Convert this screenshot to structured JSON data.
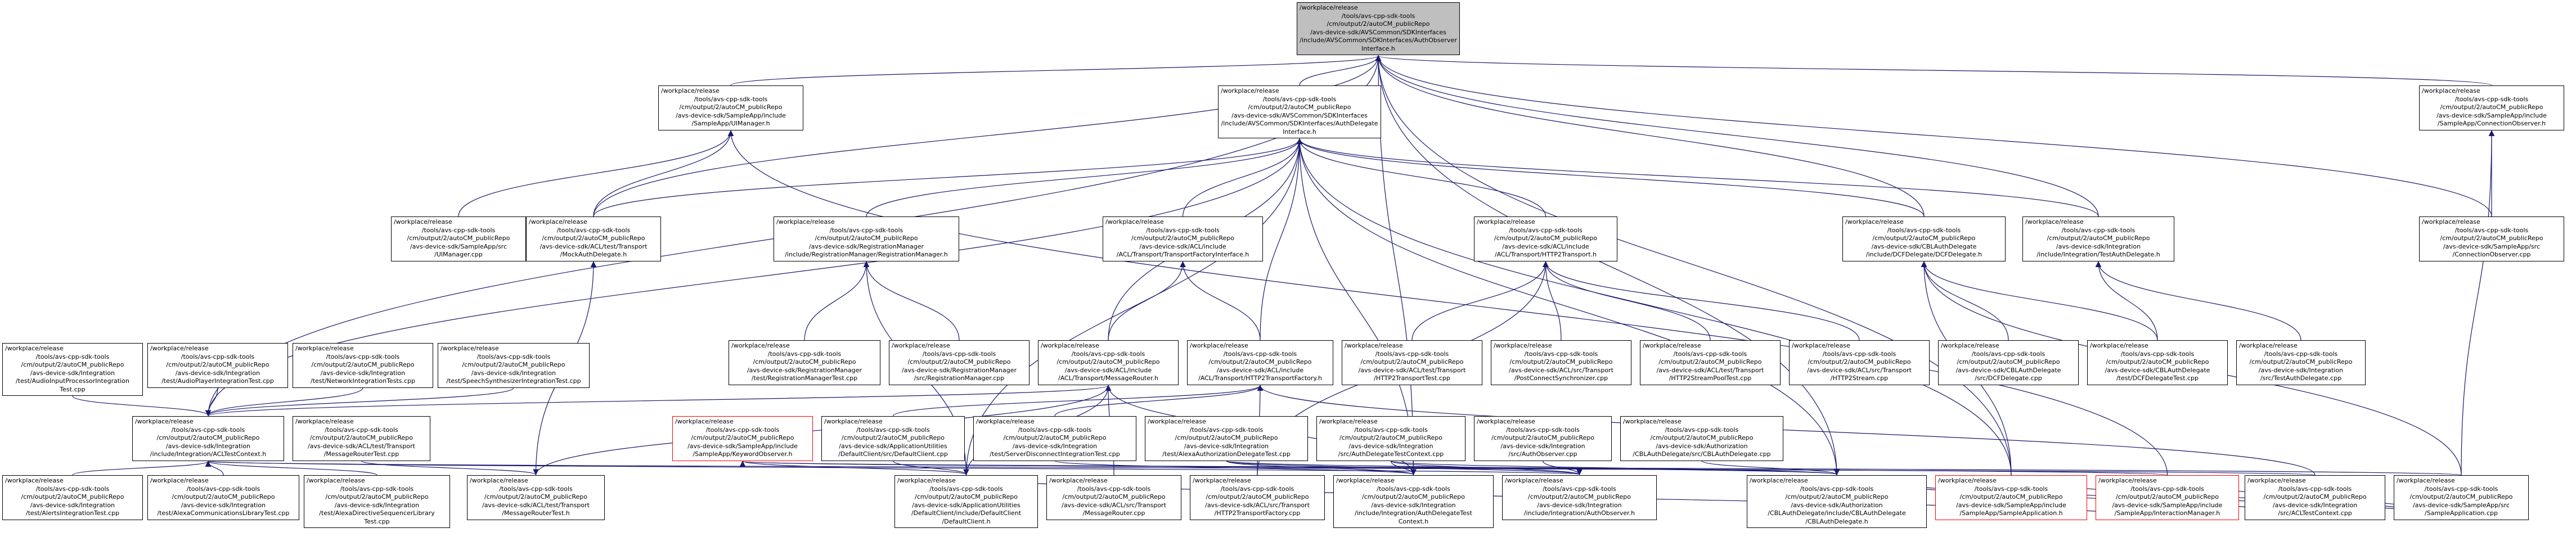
{
  "colors": {
    "edge": "#191970",
    "arrow": "#191970",
    "border": "#000000",
    "highlight_border": "#ff0000",
    "root_fill": "#bfbfbf",
    "background": "#ffffff"
  },
  "nodes": [
    {
      "id": "root",
      "style": "root",
      "lines": [
        "/workplace/release",
        "/tools/avs-cpp-sdk-tools",
        "/cm/output/2/autoCM_publicRepo",
        "/avs-device-sdk/AVSCommon/SDKInterfaces",
        "/include/AVSCommon/SDKInterfaces/AuthObserver",
        "Interface.h"
      ]
    },
    {
      "id": "ui_h",
      "lines": [
        "/workplace/release",
        "/tools/avs-cpp-sdk-tools",
        "/cm/output/2/autoCM_publicRepo",
        "/avs-device-sdk/SampleApp/include",
        "/SampleApp/UIManager.h"
      ]
    },
    {
      "id": "adi",
      "lines": [
        "/workplace/release",
        "/tools/avs-cpp-sdk-tools",
        "/cm/output/2/autoCM_publicRepo",
        "/avs-device-sdk/AVSCommon/SDKInterfaces",
        "/include/AVSCommon/SDKInterfaces/AuthDelegate",
        "Interface.h"
      ]
    },
    {
      "id": "conn_h",
      "lines": [
        "/workplace/release",
        "/tools/avs-cpp-sdk-tools",
        "/cm/output/2/autoCM_publicRepo",
        "/avs-device-sdk/SampleApp/include",
        "/SampleApp/ConnectionObserver.h"
      ]
    },
    {
      "id": "uim_cpp",
      "lines": [
        "/workplace/release",
        "/tools/avs-cpp-sdk-tools",
        "/cm/output/2/autoCM_publicRepo",
        "/avs-device-sdk/SampleApp/src",
        "/UIManager.cpp"
      ]
    },
    {
      "id": "mock_h",
      "lines": [
        "/workplace/release",
        "/tools/avs-cpp-sdk-tools",
        "/cm/output/2/autoCM_publicRepo",
        "/avs-device-sdk/ACL/test/Transport",
        "/MockAuthDelegate.h"
      ]
    },
    {
      "id": "rm_h",
      "lines": [
        "/workplace/release",
        "/tools/avs-cpp-sdk-tools",
        "/cm/output/2/autoCM_publicRepo",
        "/avs-device-sdk/RegistrationManager",
        "/include/RegistrationManager/RegistrationManager.h"
      ]
    },
    {
      "id": "tfi_h",
      "lines": [
        "/workplace/release",
        "/tools/avs-cpp-sdk-tools",
        "/cm/output/2/autoCM_publicRepo",
        "/avs-device-sdk/ACL/include",
        "/ACL/Transport/TransportFactoryInterface.h"
      ]
    },
    {
      "id": "h2t_h",
      "lines": [
        "/workplace/release",
        "/tools/avs-cpp-sdk-tools",
        "/cm/output/2/autoCM_publicRepo",
        "/avs-device-sdk/ACL/include",
        "/ACL/Transport/HTTP2Transport.h"
      ]
    },
    {
      "id": "dcf_h",
      "lines": [
        "/workplace/release",
        "/tools/avs-cpp-sdk-tools",
        "/cm/output/2/autoCM_publicRepo",
        "/avs-device-sdk/CBLAuthDelegate",
        "/include/DCFDelegate/DCFDelegate.h"
      ]
    },
    {
      "id": "tad_h",
      "lines": [
        "/workplace/release",
        "/tools/avs-cpp-sdk-tools",
        "/cm/output/2/autoCM_publicRepo",
        "/avs-device-sdk/Integration",
        "/include/Integration/TestAuthDelegate.h"
      ]
    },
    {
      "id": "co_cpp",
      "lines": [
        "/workplace/release",
        "/tools/avs-cpp-sdk-tools",
        "/cm/output/2/autoCM_publicRepo",
        "/avs-device-sdk/SampleApp/src",
        "/ConnectionObserver.cpp"
      ]
    },
    {
      "id": "rmt_cpp",
      "lines": [
        "/workplace/release",
        "/tools/avs-cpp-sdk-tools",
        "/cm/output/2/autoCM_publicRepo",
        "/avs-device-sdk/RegistrationManager",
        "/test/RegistrationManagerTest.cpp"
      ]
    },
    {
      "id": "rm_cpp",
      "lines": [
        "/workplace/release",
        "/tools/avs-cpp-sdk-tools",
        "/cm/output/2/autoCM_publicRepo",
        "/avs-device-sdk/RegistrationManager",
        "/src/RegistrationManager.cpp"
      ]
    },
    {
      "id": "mr_h",
      "lines": [
        "/workplace/release",
        "/tools/avs-cpp-sdk-tools",
        "/cm/output/2/autoCM_publicRepo",
        "/avs-device-sdk/ACL/include",
        "/ACL/Transport/MessageRouter.h"
      ]
    },
    {
      "id": "h2tf_h",
      "lines": [
        "/workplace/release",
        "/tools/avs-cpp-sdk-tools",
        "/cm/output/2/autoCM_publicRepo",
        "/avs-device-sdk/ACL/include",
        "/ACL/Transport/HTTP2TransportFactory.h"
      ]
    },
    {
      "id": "h2tt_cpp",
      "lines": [
        "/workplace/release",
        "/tools/avs-cpp-sdk-tools",
        "/cm/output/2/autoCM_publicRepo",
        "/avs-device-sdk/ACL/test/Transport",
        "/HTTP2TransportTest.cpp"
      ]
    },
    {
      "id": "msync_cpp",
      "lines": [
        "/workplace/release",
        "/tools/avs-cpp-sdk-tools",
        "/cm/output/2/autoCM_publicRepo",
        "/avs-device-sdk/ACL/src/Transport",
        "/PostConnectSynchronizer.cpp"
      ]
    },
    {
      "id": "h2st_cpp",
      "lines": [
        "/workplace/release",
        "/tools/avs-cpp-sdk-tools",
        "/cm/output/2/autoCM_publicRepo",
        "/avs-device-sdk/ACL/test/Transport",
        "/HTTP2StreamPoolTest.cpp"
      ]
    },
    {
      "id": "h2s_cpp",
      "lines": [
        "/workplace/release",
        "/tools/avs-cpp-sdk-tools",
        "/cm/output/2/autoCM_publicRepo",
        "/avs-device-sdk/ACL/src/Transport",
        "/HTTP2Stream.cpp"
      ]
    },
    {
      "id": "dcf_cpp",
      "lines": [
        "/workplace/release",
        "/tools/avs-cpp-sdk-tools",
        "/cm/output/2/autoCM_publicRepo",
        "/avs-device-sdk/CBLAuthDelegate",
        "/src/DCFDelegate.cpp"
      ]
    },
    {
      "id": "dcft_cpp",
      "lines": [
        "/workplace/release",
        "/tools/avs-cpp-sdk-tools",
        "/cm/output/2/autoCM_publicRepo",
        "/avs-device-sdk/CBLAuthDelegate",
        "/test/DCFDelegateTest.cpp"
      ]
    },
    {
      "id": "tad_cpp",
      "lines": [
        "/workplace/release",
        "/tools/avs-cpp-sdk-tools",
        "/cm/output/2/autoCM_publicRepo",
        "/avs-device-sdk/Integration",
        "/src/TestAuthDelegate.cpp"
      ]
    },
    {
      "id": "mrt_h",
      "lines": [
        "/workplace/release",
        "/tools/avs-cpp-sdk-tools",
        "/cm/output/2/autoCM_publicRepo",
        "/avs-device-sdk/ACL/test/Transport",
        "/MessageRouterTest.h"
      ]
    },
    {
      "id": "dc_h",
      "lines": [
        "/workplace/release",
        "/tools/avs-cpp-sdk-tools",
        "/cm/output/2/autoCM_publicRepo",
        "/avs-device-sdk/ApplicationUtilities",
        "/DefaultClient/include/DefaultClient",
        "/DefaultClient.h"
      ]
    },
    {
      "id": "mr_cpp",
      "lines": [
        "/workplace/release",
        "/tools/avs-cpp-sdk-tools",
        "/cm/output/2/autoCM_publicRepo",
        "/avs-device-sdk/ACL/src/Transport",
        "/MessageRouter.cpp"
      ]
    },
    {
      "id": "h2tf_cpp",
      "lines": [
        "/workplace/release",
        "/tools/avs-cpp-sdk-tools",
        "/cm/output/2/autoCM_publicRepo",
        "/avs-device-sdk/ACL/src/Transport",
        "/HTTP2TransportFactory.cpp"
      ]
    },
    {
      "id": "adtc_h",
      "lines": [
        "/workplace/release",
        "/tools/avs-cpp-sdk-tools",
        "/cm/output/2/autoCM_publicRepo",
        "/avs-device-sdk/Integration",
        "/include/Integration/AuthDelegateTest",
        "Context.h"
      ]
    },
    {
      "id": "ao_h",
      "lines": [
        "/workplace/release",
        "/tools/avs-cpp-sdk-tools",
        "/cm/output/2/autoCM_publicRepo",
        "/avs-device-sdk/Integration",
        "/include/Integration/AuthObserver.h"
      ]
    },
    {
      "id": "cbl_h",
      "lines": [
        "/workplace/release",
        "/tools/avs-cpp-sdk-tools",
        "/cm/output/2/autoCM_publicRepo",
        "/avs-device-sdk/Authorization",
        "/CBLAuthDelegate/include/CBLAuthDelegate",
        "/CBLAuthDelegate.h"
      ]
    },
    {
      "id": "sa_h",
      "style": "hl",
      "lines": [
        "/workplace/release",
        "/tools/avs-cpp-sdk-tools",
        "/cm/output/2/autoCM_publicRepo",
        "/avs-device-sdk/SampleApp/include",
        "/SampleApp/SampleApplication.h"
      ]
    },
    {
      "id": "mrt_cpp",
      "lines": [
        "/workplace/release",
        "/tools/avs-cpp-sdk-tools",
        "/cm/output/2/autoCM_publicRepo",
        "/avs-device-sdk/ACL/test/Transport",
        "/MessageRouterTest.cpp"
      ]
    },
    {
      "id": "acl_h",
      "lines": [
        "/workplace/release",
        "/tools/avs-cpp-sdk-tools",
        "/cm/output/2/autoCM_publicRepo",
        "/avs-device-sdk/Integration",
        "/include/Integration/ACLTestContext.h"
      ]
    },
    {
      "id": "kwo_h",
      "style": "hl",
      "lines": [
        "/workplace/release",
        "/tools/avs-cpp-sdk-tools",
        "/cm/output/2/autoCM_publicRepo",
        "/avs-device-sdk/SampleApp/include",
        "/SampleApp/KeywordObserver.h"
      ]
    },
    {
      "id": "dc_cpp",
      "lines": [
        "/workplace/release",
        "/tools/avs-cpp-sdk-tools",
        "/cm/output/2/autoCM_publicRepo",
        "/avs-device-sdk/ApplicationUtilities",
        "/DefaultClient/src/DefaultClient.cpp"
      ]
    },
    {
      "id": "sdit_cpp",
      "lines": [
        "/workplace/release",
        "/tools/avs-cpp-sdk-tools",
        "/cm/output/2/autoCM_publicRepo",
        "/avs-device-sdk/Integration",
        "/test/ServerDisconnectIntegrationTest.cpp"
      ]
    },
    {
      "id": "aadt_cpp",
      "lines": [
        "/workplace/release",
        "/tools/avs-cpp-sdk-tools",
        "/cm/output/2/autoCM_publicRepo",
        "/avs-device-sdk/Integration",
        "/test/AlexaAuthorizationDelegateTest.cpp"
      ]
    },
    {
      "id": "adtc_cpp",
      "lines": [
        "/workplace/release",
        "/tools/avs-cpp-sdk-tools",
        "/cm/output/2/autoCM_publicRepo",
        "/avs-device-sdk/Integration",
        "/src/AuthDelegateTestContext.cpp"
      ]
    },
    {
      "id": "ao_cpp",
      "lines": [
        "/workplace/release",
        "/tools/avs-cpp-sdk-tools",
        "/cm/output/2/autoCM_publicRepo",
        "/avs-device-sdk/Integration",
        "/src/AuthObserver.cpp"
      ]
    },
    {
      "id": "cbl_cpp",
      "lines": [
        "/workplace/release",
        "/tools/avs-cpp-sdk-tools",
        "/cm/output/2/autoCM_publicRepo",
        "/avs-device-sdk/Authorization",
        "/CBLAuthDelegate/src/CBLAuthDelegate.cpp"
      ]
    },
    {
      "id": "ait_cpp",
      "lines": [
        "/workplace/release",
        "/tools/avs-cpp-sdk-tools",
        "/cm/output/2/autoCM_publicRepo",
        "/avs-device-sdk/Integration",
        "/test/AlertsIntegrationTest.cpp"
      ]
    },
    {
      "id": "aclt_cpp",
      "lines": [
        "/workplace/release",
        "/tools/avs-cpp-sdk-tools",
        "/cm/output/2/autoCM_publicRepo",
        "/avs-device-sdk/Integration",
        "/test/AlexaCommunicationsLibraryTest.cpp"
      ]
    },
    {
      "id": "adsl_cpp",
      "lines": [
        "/workplace/release",
        "/tools/avs-cpp-sdk-tools",
        "/cm/output/2/autoCM_publicRepo",
        "/avs-device-sdk/Integration",
        "/test/AlexaDirectiveSequencerLibrary",
        "Test.cpp"
      ]
    },
    {
      "id": "aip_cpp",
      "lines": [
        "/workplace/release",
        "/tools/avs-cpp-sdk-tools",
        "/cm/output/2/autoCM_publicRepo",
        "/avs-device-sdk/Integration",
        "/test/AudioInputProcessorIntegration",
        "Test.cpp"
      ]
    },
    {
      "id": "apit_cpp",
      "lines": [
        "/workplace/release",
        "/tools/avs-cpp-sdk-tools",
        "/cm/output/2/autoCM_publicRepo",
        "/avs-device-sdk/Integration",
        "/test/AudioPlayerIntegrationTest.cpp"
      ]
    },
    {
      "id": "nit_cpp",
      "lines": [
        "/workplace/release",
        "/tools/avs-cpp-sdk-tools",
        "/cm/output/2/autoCM_publicRepo",
        "/avs-device-sdk/Integration",
        "/test/NetworkIntegrationTests.cpp"
      ]
    },
    {
      "id": "ssit_cpp",
      "lines": [
        "/workplace/release",
        "/tools/avs-cpp-sdk-tools",
        "/cm/output/2/autoCM_publicRepo",
        "/avs-device-sdk/Integration",
        "/test/SpeechSynthesizerIntegrationTest.cpp"
      ]
    },
    {
      "id": "im_h",
      "style": "hl",
      "lines": [
        "/workplace/release",
        "/tools/avs-cpp-sdk-tools",
        "/cm/output/2/autoCM_publicRepo",
        "/avs-device-sdk/SampleApp/include",
        "/SampleApp/InteractionManager.h"
      ]
    },
    {
      "id": "acltc_cpp",
      "lines": [
        "/workplace/release",
        "/tools/avs-cpp-sdk-tools",
        "/cm/output/2/autoCM_publicRepo",
        "/avs-device-sdk/Integration",
        "/src/ACLTestContext.cpp"
      ]
    },
    {
      "id": "sa_cpp",
      "lines": [
        "/workplace/release",
        "/tools/avs-cpp-sdk-tools",
        "/cm/output/2/autoCM_publicRepo",
        "/avs-device-sdk/SampleApp/src",
        "/SampleApplication.cpp"
      ]
    }
  ],
  "edges": [
    [
      "ui_h",
      "root"
    ],
    [
      "adi",
      "root"
    ],
    [
      "conn_h",
      "root"
    ],
    [
      "mock_h",
      "root"
    ],
    [
      "dcf_h",
      "root"
    ],
    [
      "tad_h",
      "root"
    ],
    [
      "co_cpp",
      "root"
    ],
    [
      "cbl_h",
      "root"
    ],
    [
      "sa_h",
      "root"
    ],
    [
      "acl_h",
      "root"
    ],
    [
      "adtc_h",
      "root"
    ],
    [
      "uim_cpp",
      "ui_h"
    ],
    [
      "mock_h",
      "ui_h"
    ],
    [
      "im_h",
      "ui_h"
    ],
    [
      "mock_h",
      "adi"
    ],
    [
      "rm_h",
      "adi"
    ],
    [
      "tfi_h",
      "adi"
    ],
    [
      "h2t_h",
      "adi"
    ],
    [
      "dcf_h",
      "adi"
    ],
    [
      "tad_h",
      "adi"
    ],
    [
      "mr_h",
      "adi"
    ],
    [
      "h2tf_h",
      "adi"
    ],
    [
      "dc_h",
      "adi"
    ],
    [
      "adtc_h",
      "adi"
    ],
    [
      "cbl_h",
      "adi"
    ],
    [
      "acl_h",
      "adi"
    ],
    [
      "sa_h",
      "adi"
    ],
    [
      "co_cpp",
      "conn_h"
    ],
    [
      "sa_cpp",
      "conn_h"
    ],
    [
      "mrt_h",
      "mock_h"
    ],
    [
      "rmt_cpp",
      "rm_h"
    ],
    [
      "rm_cpp",
      "rm_h"
    ],
    [
      "dc_h",
      "rm_h"
    ],
    [
      "mr_h",
      "tfi_h"
    ],
    [
      "h2tf_h",
      "tfi_h"
    ],
    [
      "h2tt_cpp",
      "h2t_h"
    ],
    [
      "msync_cpp",
      "h2t_h"
    ],
    [
      "h2st_cpp",
      "h2t_h"
    ],
    [
      "h2s_cpp",
      "h2t_h"
    ],
    [
      "h2tf_cpp",
      "h2t_h"
    ],
    [
      "dcf_cpp",
      "dcf_h"
    ],
    [
      "dcft_cpp",
      "dcf_h"
    ],
    [
      "sa_h",
      "dcf_h"
    ],
    [
      "sa_cpp",
      "dcf_h"
    ],
    [
      "tad_cpp",
      "tad_h"
    ],
    [
      "dcft_cpp",
      "tad_h"
    ],
    [
      "mrt_h",
      "mr_h"
    ],
    [
      "mr_cpp",
      "mr_h"
    ],
    [
      "dc_h",
      "mr_h"
    ],
    [
      "acl_h",
      "mr_h"
    ],
    [
      "adtc_h",
      "mr_h"
    ],
    [
      "dc_cpp",
      "h2tf_h"
    ],
    [
      "h2tf_cpp",
      "h2tf_h"
    ],
    [
      "acltc_cpp",
      "h2tf_h"
    ],
    [
      "sdit_cpp",
      "h2tf_h"
    ],
    [
      "mrt_cpp",
      "mrt_h"
    ],
    [
      "dc_cpp",
      "dc_h"
    ],
    [
      "kwo_h",
      "dc_h"
    ],
    [
      "im_h",
      "dc_h"
    ],
    [
      "sdit_cpp",
      "adtc_h"
    ],
    [
      "aadt_cpp",
      "adtc_h"
    ],
    [
      "adtc_cpp",
      "adtc_h"
    ],
    [
      "ao_cpp",
      "ao_h"
    ],
    [
      "aadt_cpp",
      "ao_h"
    ],
    [
      "adtc_cpp",
      "ao_h"
    ],
    [
      "acl_h",
      "ao_h"
    ],
    [
      "cbl_cpp",
      "cbl_h"
    ],
    [
      "sa_cpp",
      "cbl_h"
    ],
    [
      "aadt_cpp",
      "cbl_h"
    ],
    [
      "adtc_cpp",
      "cbl_h"
    ],
    [
      "acltc_cpp",
      "cbl_h"
    ],
    [
      "sa_cpp",
      "sa_h"
    ],
    [
      "ait_cpp",
      "acl_h"
    ],
    [
      "aclt_cpp",
      "acl_h"
    ],
    [
      "adsl_cpp",
      "acl_h"
    ],
    [
      "aip_cpp",
      "acl_h"
    ],
    [
      "apit_cpp",
      "acl_h"
    ],
    [
      "nit_cpp",
      "acl_h"
    ],
    [
      "ssit_cpp",
      "acl_h"
    ],
    [
      "acltc_cpp",
      "acl_h"
    ],
    [
      "im_h",
      "kwo_h"
    ],
    [
      "sa_cpp",
      "kwo_h"
    ],
    [
      "sa_cpp",
      "im_h"
    ]
  ]
}
